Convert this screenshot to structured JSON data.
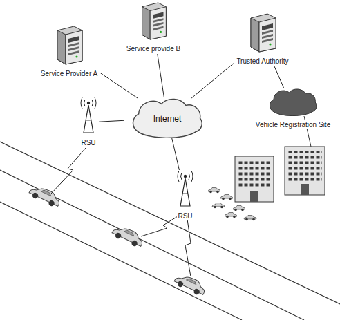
{
  "diagram": {
    "nodes": [
      {
        "text": [
          "Service Provider A"
        ]
      },
      {
        "text": [
          "Service provide B"
        ]
      },
      {
        "text": [
          "Trusted Authority"
        ]
      },
      {
        "text": [
          "Internet"
        ]
      },
      {
        "text": [
          "RSU"
        ]
      },
      {
        "text": [
          "RSU"
        ]
      },
      {
        "text": [
          "Vehicle Registration Site"
        ]
      }
    ],
    "edges": [
      {
        "from": 0,
        "to": 3,
        "arrow": "none"
      },
      {
        "from": 1,
        "to": 3,
        "arrow": "none"
      },
      {
        "from": 2,
        "to": 3,
        "arrow": "none"
      },
      {
        "from": 3,
        "to": 4,
        "arrow": "none"
      },
      {
        "from": 3,
        "to": 5,
        "arrow": "none"
      },
      {
        "from": 2,
        "to": 6,
        "arrow": "none"
      }
    ]
  }
}
